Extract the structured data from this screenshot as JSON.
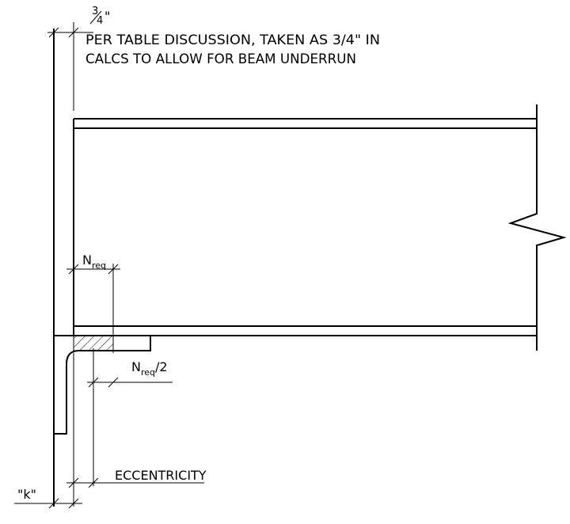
{
  "labels": {
    "fraction_numerator": "3",
    "fraction_denominator": "4",
    "fraction_inch_mark": "\"",
    "note_line1": "PER TABLE DISCUSSION, TAKEN AS 3/4\" IN",
    "note_line2": "CALCS TO ALLOW FOR BEAM UNDERRUN",
    "n_req_main": "N",
    "n_req_sub": "req",
    "n_req_half_main": "N",
    "n_req_half_sub": "req",
    "n_req_half_suffix": "/2",
    "eccentricity": "ECCENTRICITY",
    "k_label": "\"k\""
  }
}
